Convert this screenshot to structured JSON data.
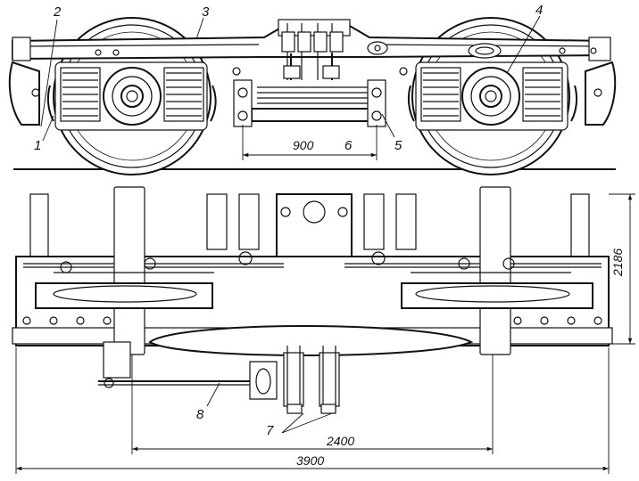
{
  "labels": {
    "l1": "1",
    "l2": "2",
    "l3": "3",
    "l4": "4",
    "l5": "5",
    "l6": "6",
    "l7": "7",
    "l8": "8"
  },
  "dimensions": {
    "d900": "900",
    "d2400": "2400",
    "d2186": "2186",
    "d3900": "3900"
  }
}
